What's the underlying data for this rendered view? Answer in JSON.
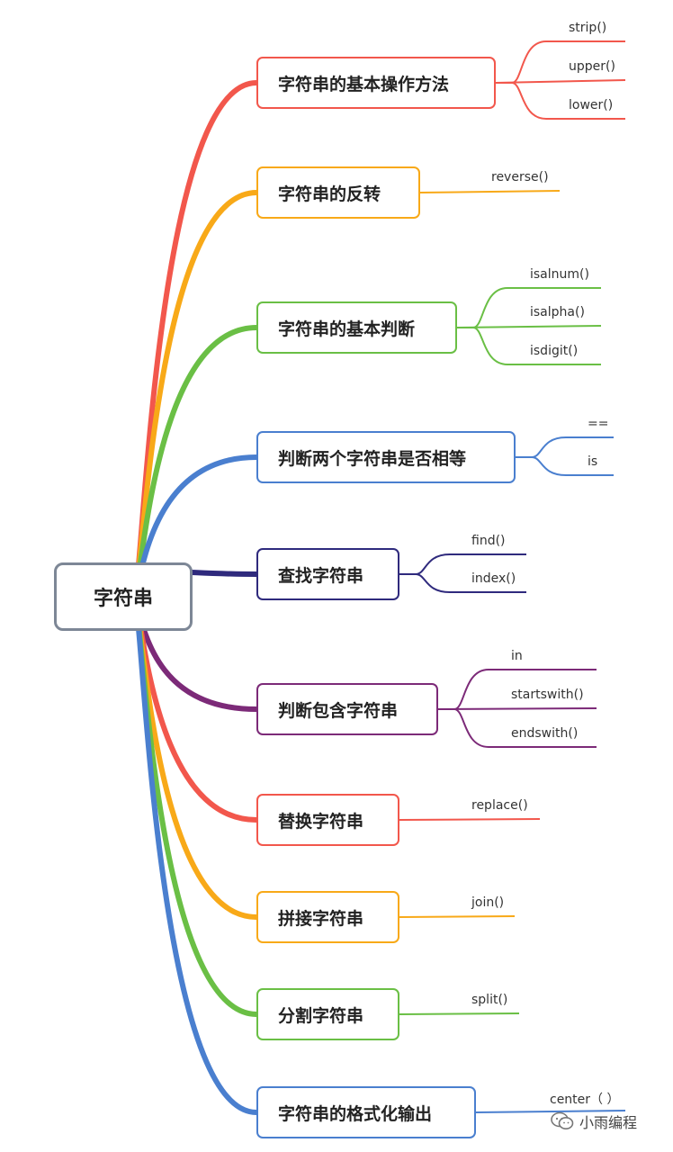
{
  "root": {
    "label": "字符串",
    "color": "#7d8796"
  },
  "branches": [
    {
      "label": "字符串的基本操作方法",
      "color": "#f2574c",
      "leaves": [
        "strip()",
        "upper()",
        "lower()"
      ]
    },
    {
      "label": "字符串的反转",
      "color": "#f8a918",
      "leaves": [
        "reverse()"
      ]
    },
    {
      "label": "字符串的基本判断",
      "color": "#6abf45",
      "leaves": [
        "isalnum()",
        "isalpha()",
        "isdigit()"
      ]
    },
    {
      "label": "判断两个字符串是否相等",
      "color": "#4a7fcf",
      "leaves": [
        "==",
        "is"
      ]
    },
    {
      "label": "查找字符串",
      "color": "#2f2a7d",
      "leaves": [
        "find()",
        "index()"
      ]
    },
    {
      "label": "判断包含字符串",
      "color": "#7c2a78",
      "leaves": [
        "in",
        "startswith()",
        "endswith()"
      ]
    },
    {
      "label": "替换字符串",
      "color": "#f2574c",
      "leaves": [
        "replace()"
      ]
    },
    {
      "label": "拼接字符串",
      "color": "#f8a918",
      "leaves": [
        "join()"
      ]
    },
    {
      "label": "分割字符串",
      "color": "#6abf45",
      "leaves": [
        "split()"
      ]
    },
    {
      "label": "字符串的格式化输出",
      "color": "#4a7fcf",
      "leaves": [
        "center（  ）"
      ]
    }
  ],
  "watermark": {
    "text": "小雨编程",
    "icon": "wechat-icon"
  }
}
